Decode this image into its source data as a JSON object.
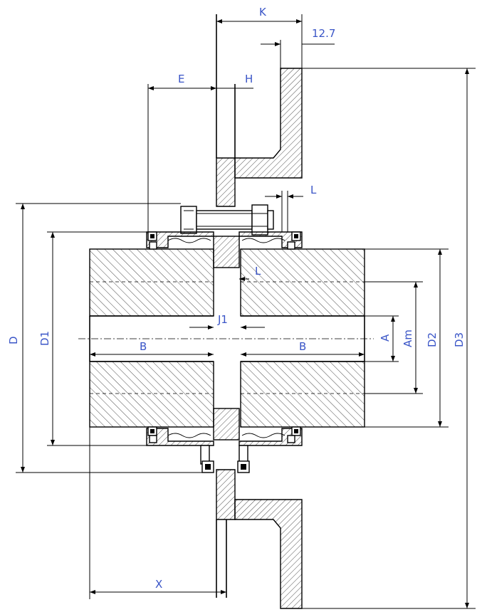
{
  "dimensions": {
    "K": "K",
    "value_12_7": "12.7",
    "E": "E",
    "H": "H",
    "L_top": "L",
    "L_mid": "L",
    "J1": "J1",
    "B_left": "B",
    "B_right": "B",
    "A": "A",
    "Am": "Am",
    "D": "D",
    "D1": "D1",
    "D2": "D2",
    "D3": "D3",
    "X": "X"
  },
  "colors": {
    "label": "#3a55c7",
    "line": "#000000"
  }
}
